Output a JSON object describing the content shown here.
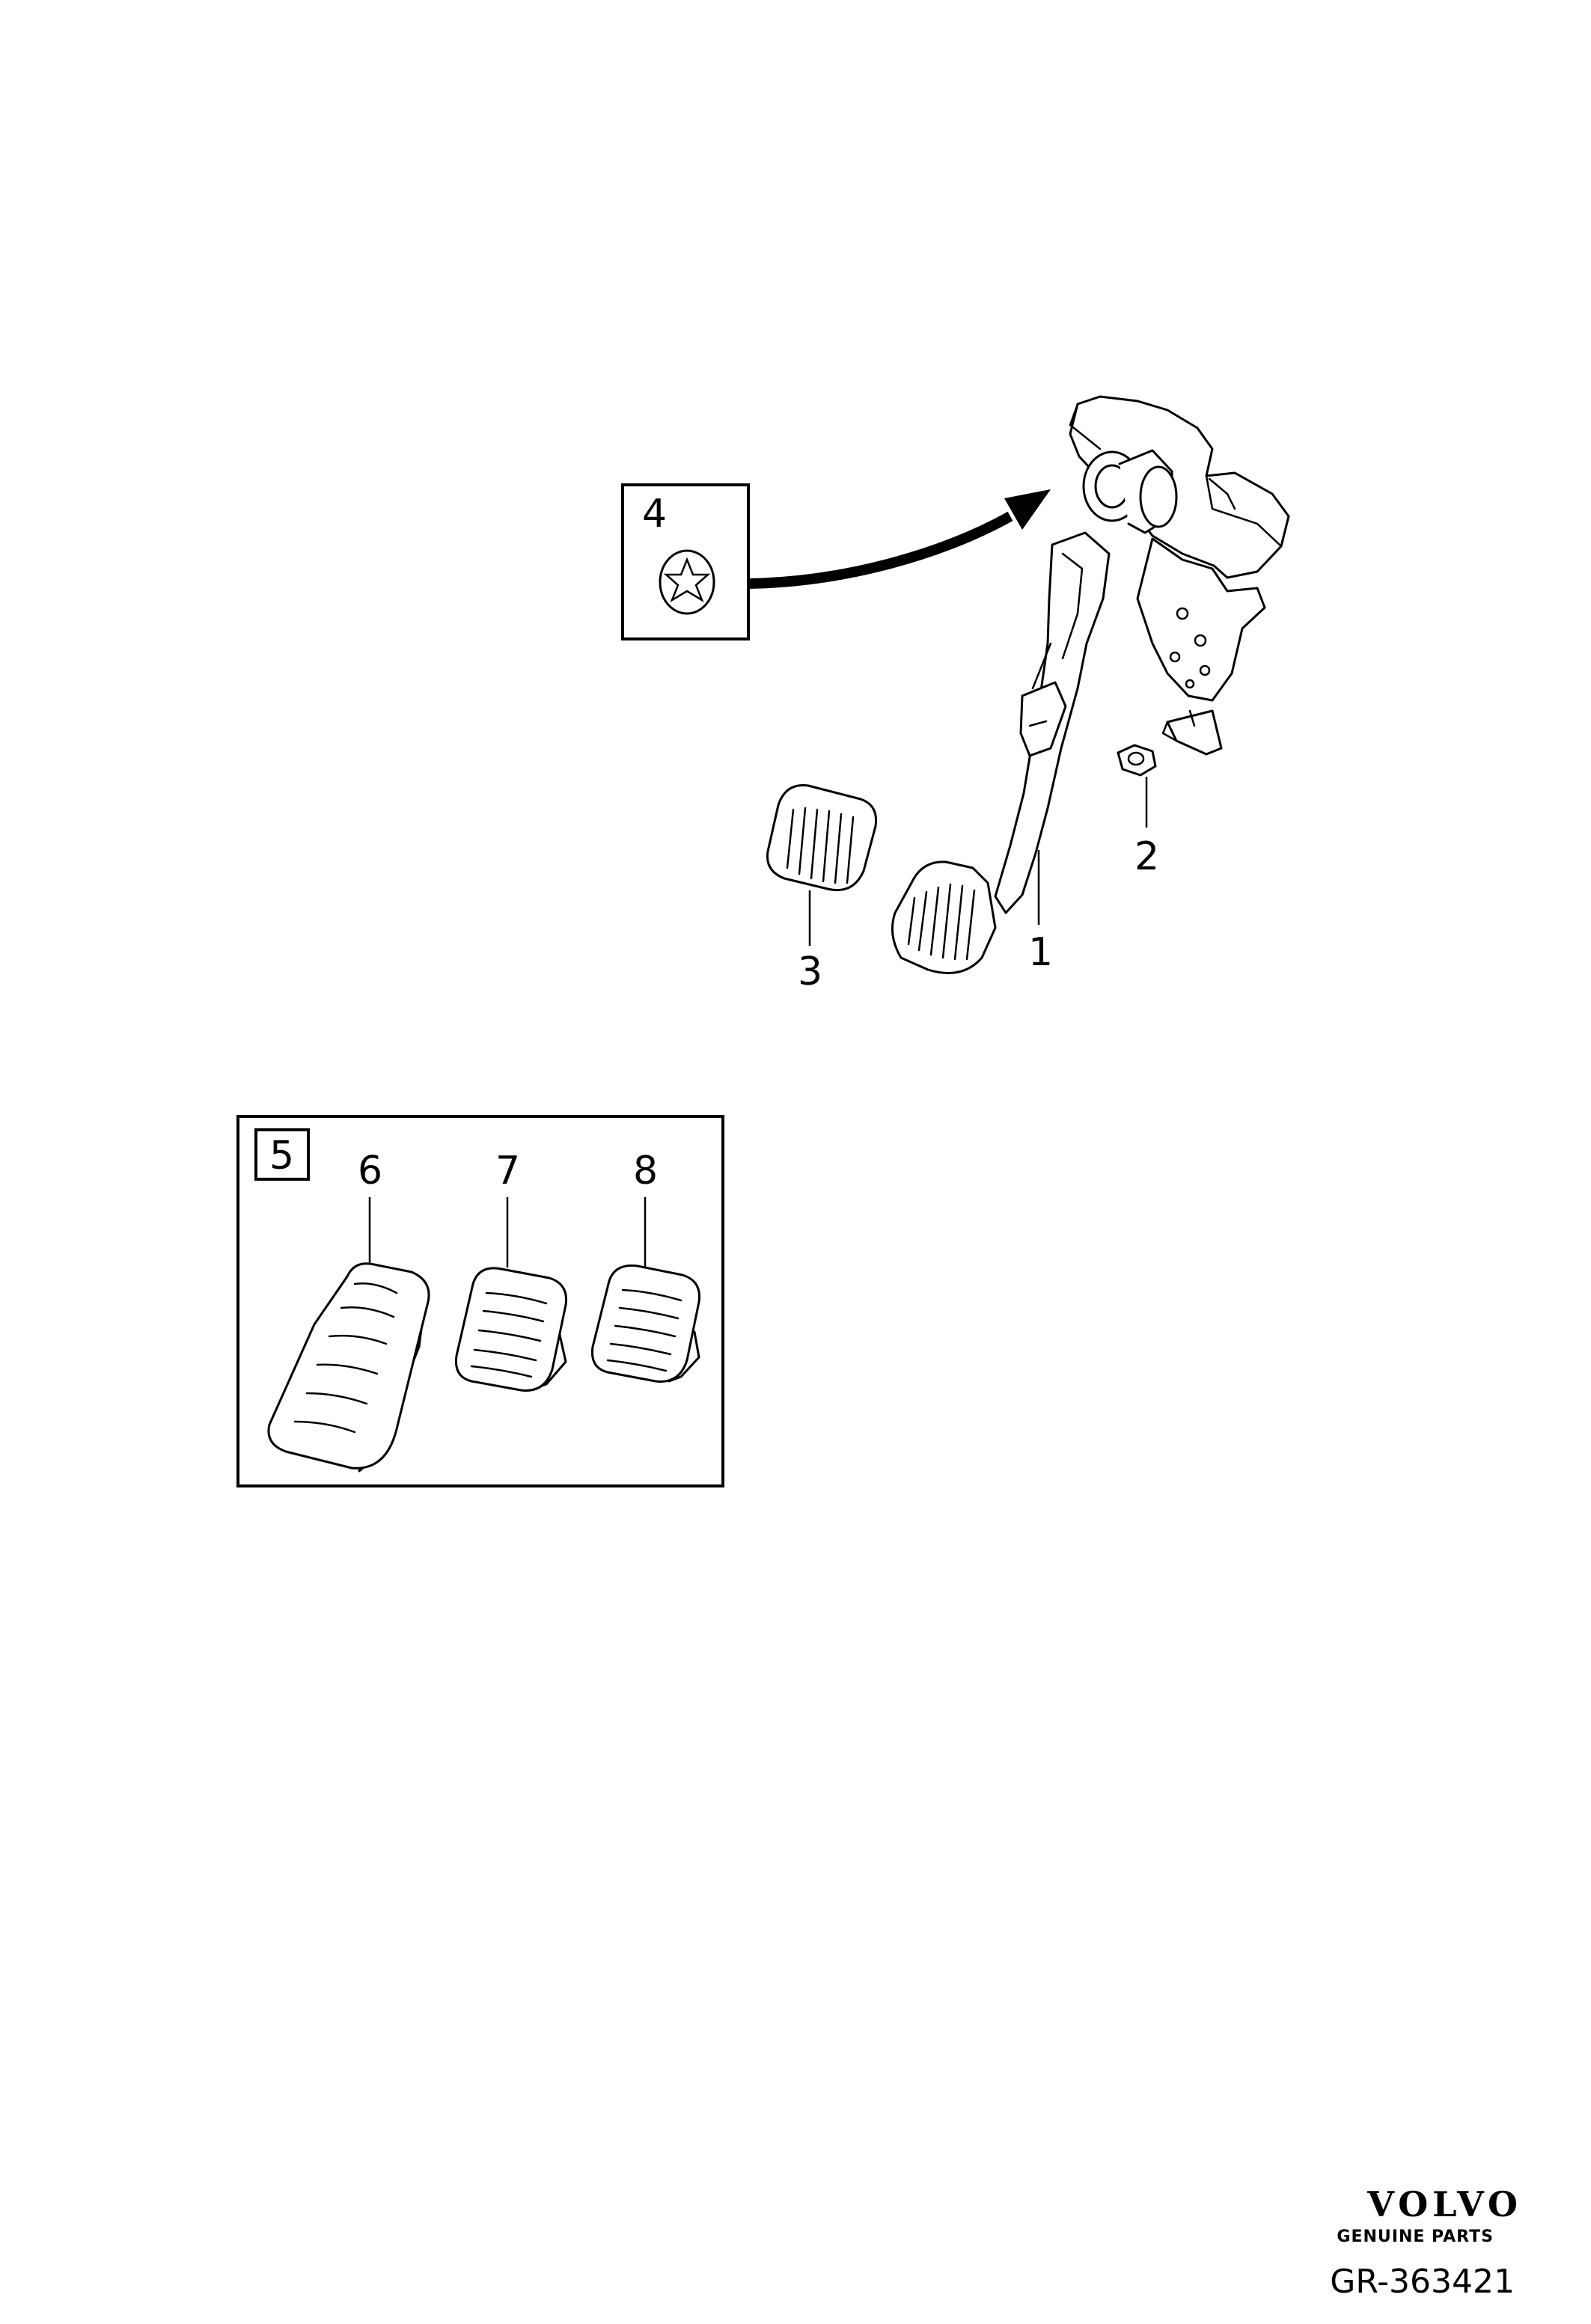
{
  "callouts": {
    "pedal_assembly": "1",
    "nut": "2",
    "clutch_pad": "3",
    "clip_kit": "4",
    "pad_kit": "5",
    "accelerator_pad": "6",
    "brake_pad": "7",
    "clutch_pad_kit": "8"
  },
  "brand": {
    "name": "VOLVO",
    "tagline": "GENUINE PARTS"
  },
  "reference_number": "GR-363421",
  "colors": {
    "line": "#000000",
    "background": "#ffffff"
  }
}
